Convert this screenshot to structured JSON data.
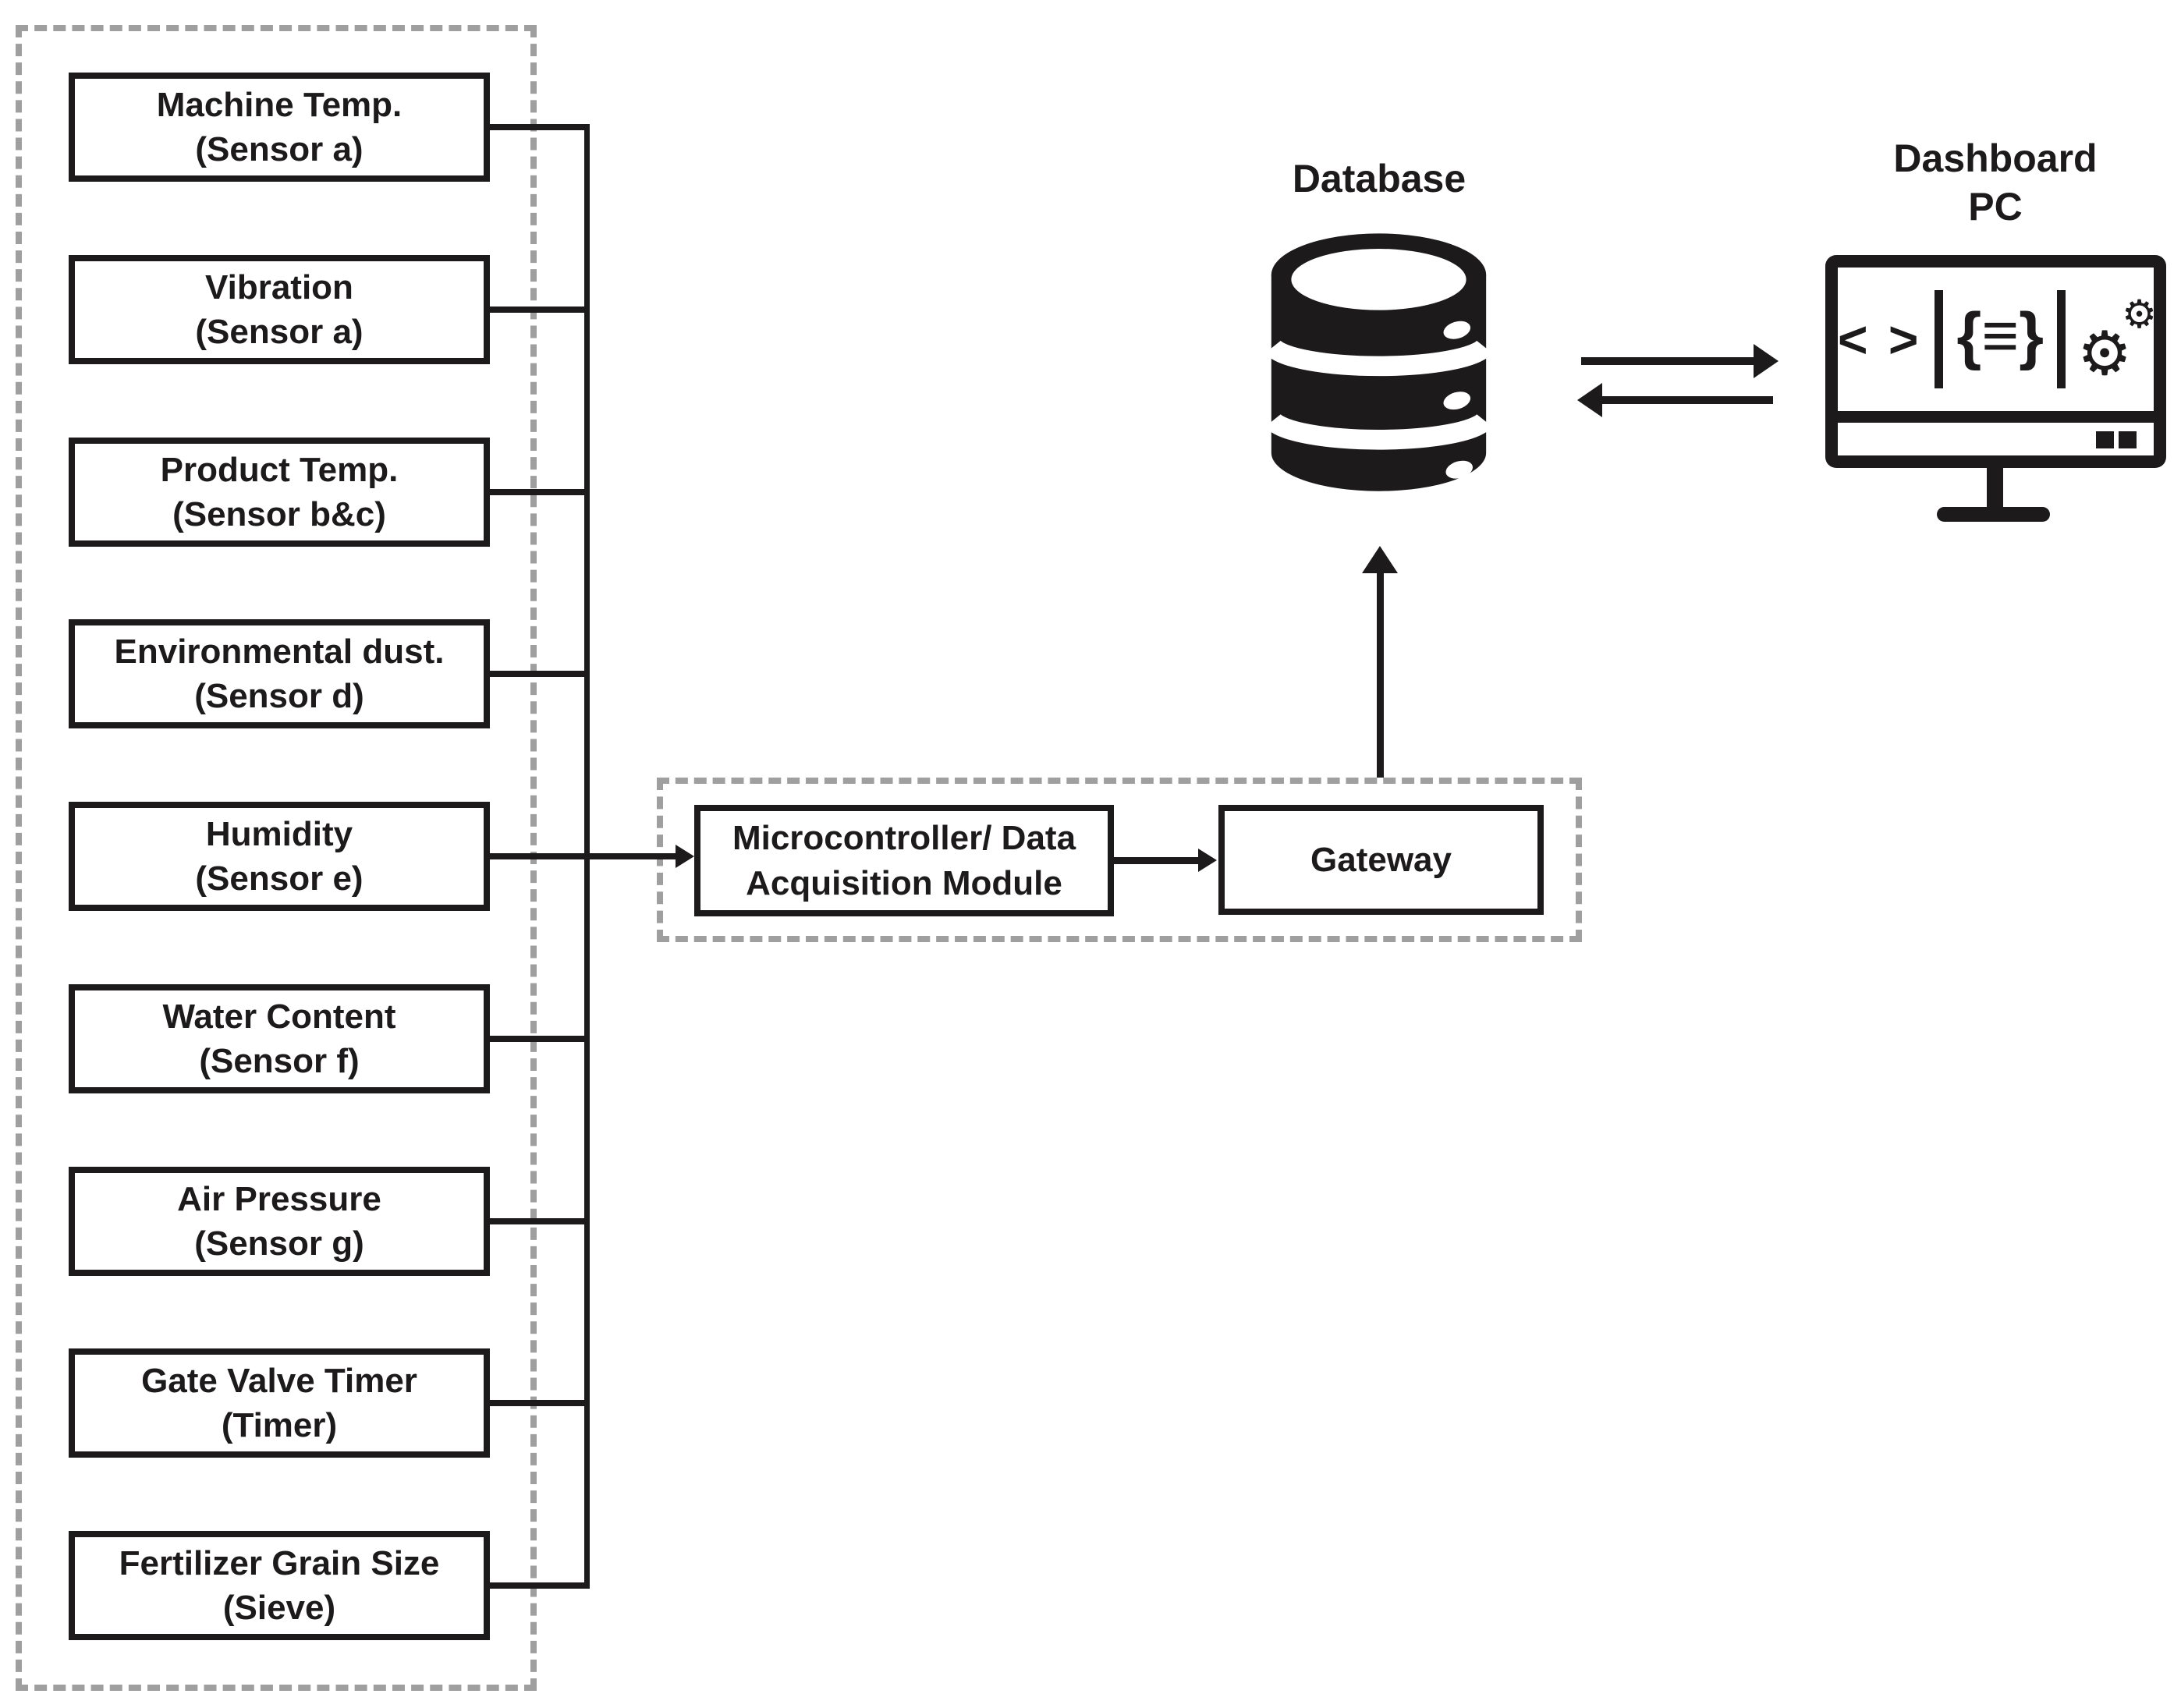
{
  "sensors": [
    {
      "name": "Machine Temp.",
      "detail": "(Sensor a)"
    },
    {
      "name": "Vibration",
      "detail": "(Sensor a)"
    },
    {
      "name": "Product Temp.",
      "detail": "(Sensor b&c)"
    },
    {
      "name": "Environmental dust.",
      "detail": "(Sensor d)"
    },
    {
      "name": "Humidity",
      "detail": "(Sensor e)"
    },
    {
      "name": "Water Content",
      "detail": "(Sensor f)"
    },
    {
      "name": "Air Pressure",
      "detail": "(Sensor g)"
    },
    {
      "name": "Gate Valve Timer",
      "detail": "(Timer)"
    },
    {
      "name": "Fertilizer Grain Size",
      "detail": "(Sieve)"
    }
  ],
  "daq": {
    "microcontroller": {
      "line1": "Microcontroller/ Data",
      "line2": "Acquisition Module"
    },
    "gateway": {
      "label": "Gateway"
    }
  },
  "database": {
    "label": "Database"
  },
  "dashboard_pc": {
    "line1": "Dashboard",
    "line2": "PC",
    "screen": {
      "code_glyph": "< >",
      "braces_list_glyph": "{≡}",
      "gear_glyph": "⚙",
      "gear_small_glyph": "⚙"
    }
  },
  "colors": {
    "ink": "#1c1a1a",
    "dashed_border": "#9f9f9f",
    "background": "#ffffff"
  }
}
